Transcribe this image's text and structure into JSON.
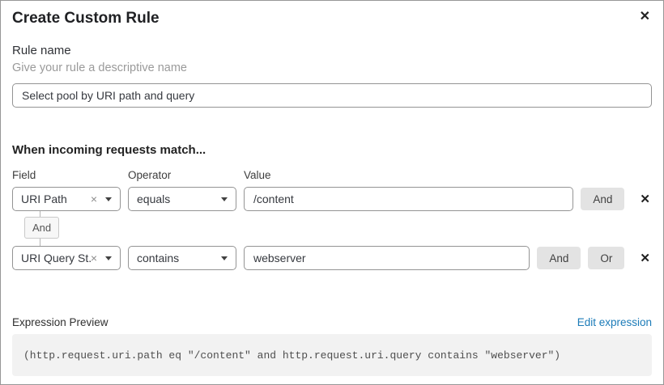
{
  "dialog": {
    "title": "Create Custom Rule"
  },
  "icons": {
    "close": "✕",
    "clear": "×",
    "remove": "✕"
  },
  "rule_name": {
    "label": "Rule name",
    "helper": "Give your rule a descriptive name",
    "value": "Select pool by URI path and query"
  },
  "match": {
    "heading": "When incoming requests match...",
    "columns": {
      "field": "Field",
      "operator": "Operator",
      "value": "Value"
    },
    "connector_label": "And",
    "rows": [
      {
        "field": "URI Path",
        "operator": "equals",
        "value": "/content",
        "and_label": "And"
      },
      {
        "field": "URI Query St...",
        "operator": "contains",
        "value": "webserver",
        "and_label": "And",
        "or_label": "Or"
      }
    ]
  },
  "expression": {
    "label": "Expression Preview",
    "edit_link": "Edit expression",
    "code": "(http.request.uri.path eq \"/content\" and http.request.uri.query contains \"webserver\")"
  },
  "colors": {
    "link_blue": "#1b7bb8",
    "button_gray": "#e3e3e3",
    "code_bg": "#f2f2f2",
    "border_gray": "#949494"
  }
}
